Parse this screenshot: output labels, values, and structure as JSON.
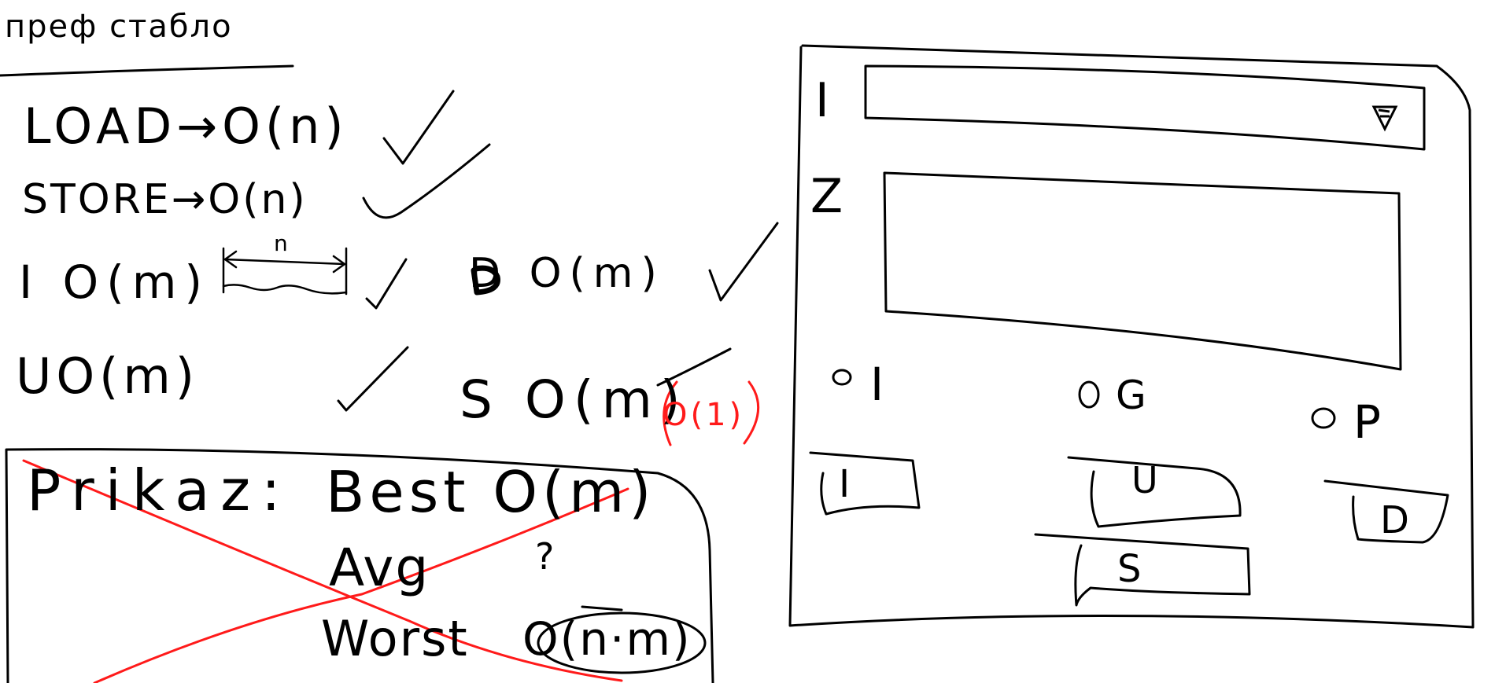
{
  "notes": {
    "title": "преф стабло",
    "load": "LOAD→O(n)",
    "store": "STORE→O(n)",
    "io": "I O(m)",
    "n_label": "n",
    "do": "D O(m)",
    "uo": "UO(m)",
    "so": "S O(m)",
    "so_alt": "O(1)"
  },
  "complexity_box": {
    "label": "Prikaz:",
    "best": "Best O(m)",
    "avg": "Avg",
    "avg_value": "?",
    "worst": "Worst",
    "worst_value": "O(n·m)"
  },
  "form_sketch": {
    "field1_label": "I",
    "field2_label": "Z",
    "options": [
      "I",
      "G",
      "P"
    ],
    "buttons": [
      "I",
      "U",
      "D",
      "S"
    ]
  },
  "colors": {
    "ink": "#000000",
    "correction": "#ff1a1a"
  },
  "icons": {
    "check": "check-mark-icon",
    "dropdown": "dropdown-icon",
    "radio": "radio-icon"
  }
}
